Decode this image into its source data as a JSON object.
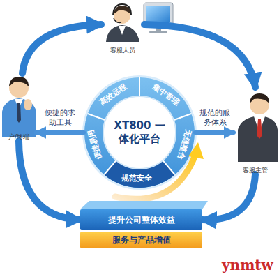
{
  "diagram": {
    "nodes": [
      {
        "text": [
          "客服人员"
        ]
      },
      {
        "text": [
          "户/终端"
        ]
      },
      {
        "text": [
          "客服主管"
        ]
      },
      {
        "text": [
          "XT800 一体化平台"
        ]
      },
      {
        "text": [
          "高效远程"
        ],
        "in": 3
      },
      {
        "text": [
          "集中管理"
        ],
        "in": 3
      },
      {
        "text": [
          "无缝整合"
        ],
        "in": 3
      },
      {
        "text": [
          "规范安全"
        ],
        "in": 3
      },
      {
        "text": [
          "便捷易用"
        ],
        "in": 3
      },
      {
        "text": [
          "提升公司整体效益"
        ]
      },
      {
        "text": [
          "服务与产品增值"
        ]
      }
    ],
    "edges": [
      {
        "from": 3,
        "to": 1,
        "label": "便捷的求助工具",
        "arrow": "to"
      },
      {
        "from": 3,
        "to": 2,
        "label": "规范的服务体系",
        "arrow": "to"
      },
      {
        "from": 1,
        "to": 0,
        "arrow": "to"
      },
      {
        "from": 0,
        "to": 2,
        "arrow": "to"
      },
      {
        "from": 2,
        "to": 9,
        "arrow": "to"
      },
      {
        "from": 1,
        "to": 9,
        "arrow": "to"
      }
    ],
    "labels": [
      "ynmtw"
    ]
  }
}
